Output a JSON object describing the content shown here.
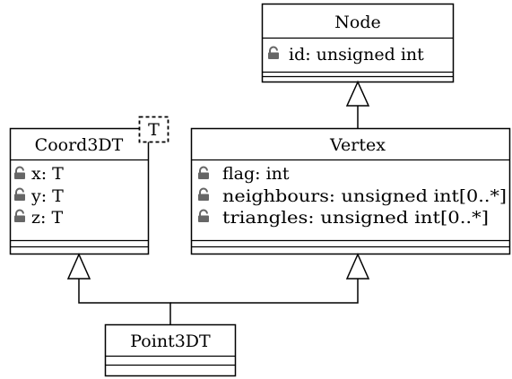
{
  "classes": {
    "node": {
      "name": "Node",
      "attributes": [
        "id: unsigned int"
      ]
    },
    "coord": {
      "name": "Coord3DT",
      "template_param": "T",
      "attributes": [
        "x: T",
        "y: T",
        "z: T"
      ]
    },
    "vertex": {
      "name": "Vertex",
      "attributes": [
        "flag: int",
        "neighbours: unsigned int[0..*]",
        "triangles: unsigned int[0..*]"
      ]
    },
    "point": {
      "name": "Point3DT",
      "attributes": []
    }
  },
  "attribute_icon": "lock-icon",
  "relations": [
    {
      "type": "generalization",
      "from": "Vertex",
      "to": "Node"
    },
    {
      "type": "generalization",
      "from": "Point3DT",
      "to": "Coord3DT"
    },
    {
      "type": "generalization",
      "from": "Point3DT",
      "to": "Vertex"
    }
  ]
}
